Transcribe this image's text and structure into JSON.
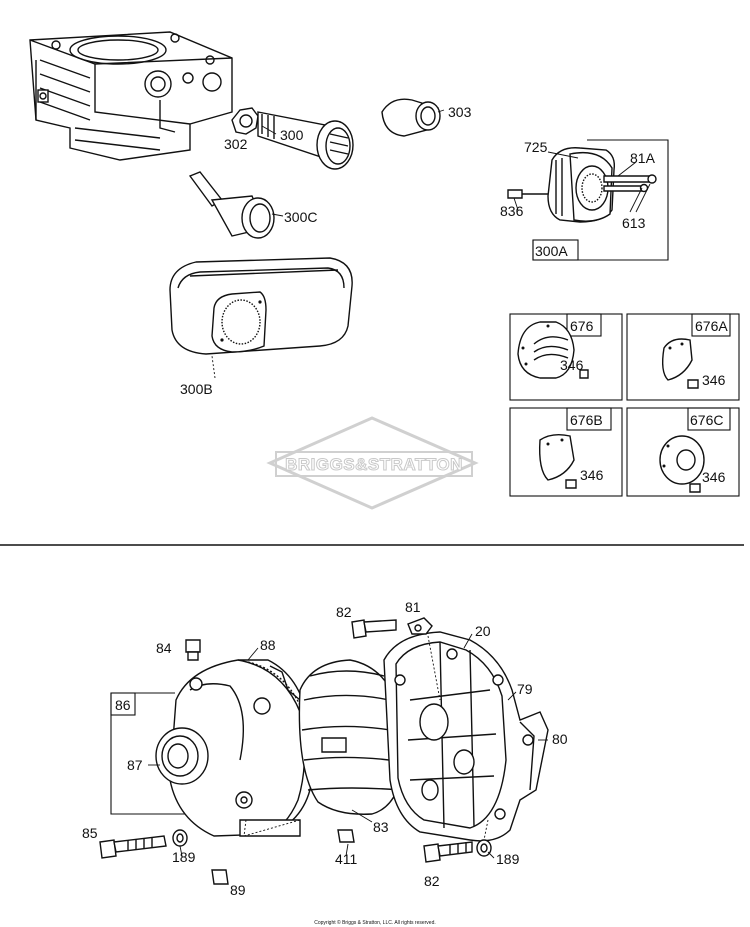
{
  "watermark": "BRIGGS&STRATTON",
  "copyright": "Copyright © Briggs & Stratton, LLC. All rights reserved.",
  "upper_parts": {
    "muffler_300": "300",
    "lockwasher_302": "302",
    "elbow_303": "303",
    "muffler_300c": "300C",
    "muffler_300b": "300B",
    "guard_725": "725",
    "screw_81a": "81A",
    "screw_836": "836",
    "screw_613": "613",
    "kit_300a": "300A"
  },
  "deflector_panels": [
    {
      "id": "676",
      "screw": "346"
    },
    {
      "id": "676A",
      "screw": "346"
    },
    {
      "id": "676B",
      "screw": "346"
    },
    {
      "id": "676C",
      "screw": "346"
    }
  ],
  "lower_parts": {
    "bolt_82_top": "82",
    "clip_81": "81",
    "cover_20": "20",
    "plug_84": "84",
    "housing_88": "88",
    "housing_79": "79",
    "plate_80": "80",
    "kit_86": "86",
    "seal_87": "87",
    "rotor_83": "83",
    "bolt_85": "85",
    "washer_189_left": "189",
    "nut_411": "411",
    "bolt_82_bottom": "82",
    "washer_189_right": "189",
    "nut_89": "89"
  }
}
